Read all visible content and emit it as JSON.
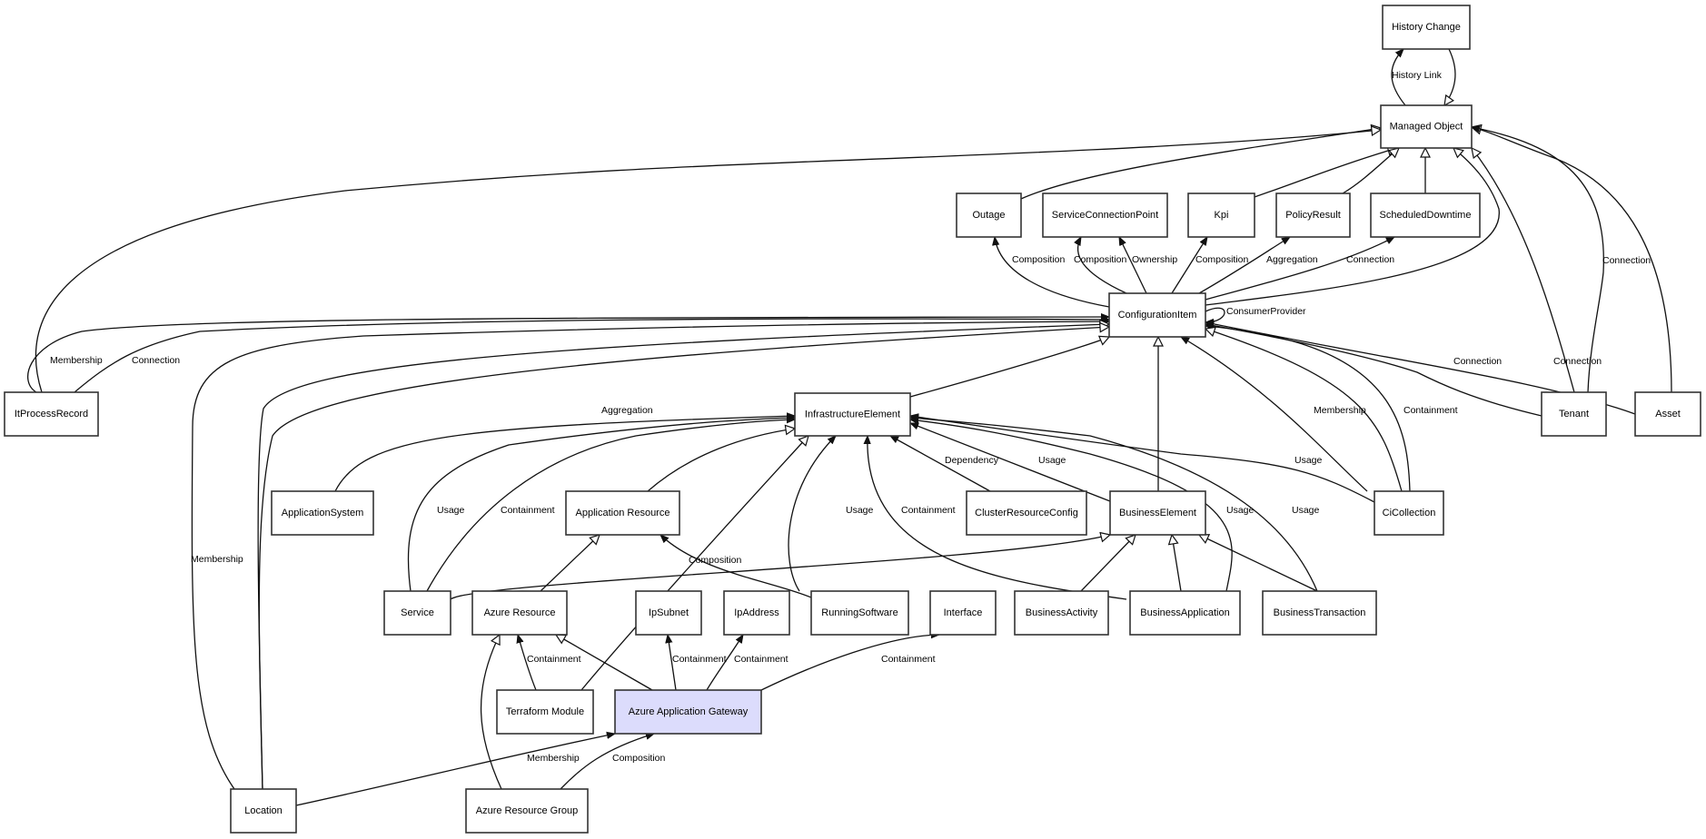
{
  "diagram": {
    "type": "class-relationship-graph",
    "highlight_color": "#dcdcfc",
    "nodes": [
      {
        "id": "history_change",
        "label": "History Change"
      },
      {
        "id": "managed_object",
        "label": "Managed Object"
      },
      {
        "id": "outage",
        "label": "Outage"
      },
      {
        "id": "service_connection_point",
        "label": "ServiceConnectionPoint"
      },
      {
        "id": "kpi",
        "label": "Kpi"
      },
      {
        "id": "policy_result",
        "label": "PolicyResult"
      },
      {
        "id": "scheduled_downtime",
        "label": "ScheduledDowntime"
      },
      {
        "id": "configuration_item",
        "label": "ConfigurationItem"
      },
      {
        "id": "it_process_record",
        "label": "ItProcessRecord"
      },
      {
        "id": "tenant",
        "label": "Tenant"
      },
      {
        "id": "asset",
        "label": "Asset"
      },
      {
        "id": "infrastructure_element",
        "label": "InfrastructureElement"
      },
      {
        "id": "application_system",
        "label": "ApplicationSystem"
      },
      {
        "id": "application_resource",
        "label": "Application Resource"
      },
      {
        "id": "cluster_resource_config",
        "label": "ClusterResourceConfig"
      },
      {
        "id": "business_element",
        "label": "BusinessElement"
      },
      {
        "id": "ci_collection",
        "label": "CiCollection"
      },
      {
        "id": "service",
        "label": "Service"
      },
      {
        "id": "azure_resource",
        "label": "Azure Resource"
      },
      {
        "id": "ip_subnet",
        "label": "IpSubnet"
      },
      {
        "id": "ip_address",
        "label": "IpAddress"
      },
      {
        "id": "running_software",
        "label": "RunningSoftware"
      },
      {
        "id": "interface",
        "label": "Interface"
      },
      {
        "id": "business_activity",
        "label": "BusinessActivity"
      },
      {
        "id": "business_application",
        "label": "BusinessApplication"
      },
      {
        "id": "business_transaction",
        "label": "BusinessTransaction"
      },
      {
        "id": "terraform_module",
        "label": "Terraform Module"
      },
      {
        "id": "azure_application_gateway",
        "label": "Azure Application Gateway",
        "highlighted": true
      },
      {
        "id": "location",
        "label": "Location"
      },
      {
        "id": "azure_resource_group",
        "label": "Azure Resource Group"
      }
    ],
    "edges": [
      {
        "from": "managed_object",
        "to": "history_change",
        "label": "History Link",
        "kind": "association"
      },
      {
        "from": "history_change",
        "to": "managed_object",
        "label": "",
        "kind": "inheritance"
      },
      {
        "from": "outage",
        "to": "managed_object",
        "label": "",
        "kind": "inheritance"
      },
      {
        "from": "it_process_record",
        "to": "managed_object",
        "label": "",
        "kind": "inheritance"
      },
      {
        "from": "kpi",
        "to": "managed_object",
        "label": "",
        "kind": "inheritance"
      },
      {
        "from": "policy_result",
        "to": "managed_object",
        "label": "",
        "kind": "inheritance"
      },
      {
        "from": "scheduled_downtime",
        "to": "managed_object",
        "label": "",
        "kind": "inheritance"
      },
      {
        "from": "configuration_item",
        "to": "managed_object",
        "label": "",
        "kind": "inheritance"
      },
      {
        "from": "tenant",
        "to": "managed_object",
        "label": "",
        "kind": "inheritance"
      },
      {
        "from": "asset",
        "to": "managed_object",
        "label": "",
        "kind": "inheritance"
      },
      {
        "from": "tenant",
        "to": "managed_object",
        "label": "Connection",
        "kind": "association"
      },
      {
        "from": "configuration_item",
        "to": "outage",
        "label": "Composition",
        "kind": "association"
      },
      {
        "from": "configuration_item",
        "to": "service_connection_point",
        "label": "Composition",
        "kind": "association"
      },
      {
        "from": "configuration_item",
        "to": "service_connection_point",
        "label": "Ownership",
        "kind": "association"
      },
      {
        "from": "configuration_item",
        "to": "kpi",
        "label": "Composition",
        "kind": "association"
      },
      {
        "from": "configuration_item",
        "to": "policy_result",
        "label": "Aggregation",
        "kind": "association"
      },
      {
        "from": "configuration_item",
        "to": "scheduled_downtime",
        "label": "Connection",
        "kind": "association"
      },
      {
        "from": "configuration_item",
        "to": "configuration_item",
        "label": "ConsumerProvider",
        "kind": "association"
      },
      {
        "from": "it_process_record",
        "to": "configuration_item",
        "label": "Membership",
        "kind": "association"
      },
      {
        "from": "it_process_record",
        "to": "configuration_item",
        "label": "Connection",
        "kind": "association"
      },
      {
        "from": "location",
        "to": "configuration_item",
        "label": "Membership",
        "kind": "association"
      },
      {
        "from": "application_system",
        "to": "configuration_item",
        "label": "",
        "kind": "inheritance"
      },
      {
        "from": "tenant",
        "to": "configuration_item",
        "label": "Connection",
        "kind": "association"
      },
      {
        "from": "asset",
        "to": "configuration_item",
        "label": "Connection",
        "kind": "association"
      },
      {
        "from": "ci_collection",
        "to": "configuration_item",
        "label": "Membership",
        "kind": "association"
      },
      {
        "from": "ci_collection",
        "to": "configuration_item",
        "label": "Containment",
        "kind": "association"
      },
      {
        "from": "ci_collection",
        "to": "configuration_item",
        "label": "",
        "kind": "inheritance"
      },
      {
        "from": "infrastructure_element",
        "to": "configuration_item",
        "label": "",
        "kind": "inheritance"
      },
      {
        "from": "business_element",
        "to": "configuration_item",
        "label": "",
        "kind": "inheritance"
      },
      {
        "from": "location",
        "to": "configuration_item",
        "label": "",
        "kind": "inheritance"
      },
      {
        "from": "application_system",
        "to": "infrastructure_element",
        "label": "Aggregation",
        "kind": "association"
      },
      {
        "from": "service",
        "to": "infrastructure_element",
        "label": "Usage",
        "kind": "association"
      },
      {
        "from": "service",
        "to": "infrastructure_element",
        "label": "Containment",
        "kind": "association"
      },
      {
        "from": "application_resource",
        "to": "infrastructure_element",
        "label": "",
        "kind": "inheritance"
      },
      {
        "from": "terraform_module",
        "to": "infrastructure_element",
        "label": "",
        "kind": "inheritance"
      },
      {
        "from": "running_software",
        "to": "infrastructure_element",
        "label": "Usage",
        "kind": "association"
      },
      {
        "from": "business_activity",
        "to": "infrastructure_element",
        "label": "Containment",
        "kind": "association"
      },
      {
        "from": "cluster_resource_config",
        "to": "infrastructure_element",
        "label": "Dependency",
        "kind": "association"
      },
      {
        "from": "business_element",
        "to": "infrastructure_element",
        "label": "Usage",
        "kind": "association"
      },
      {
        "from": "business_application",
        "to": "infrastructure_element",
        "label": "Usage",
        "kind": "association"
      },
      {
        "from": "business_transaction",
        "to": "infrastructure_element",
        "label": "Usage",
        "kind": "association"
      },
      {
        "from": "ci_collection",
        "to": "infrastructure_element",
        "label": "Usage",
        "kind": "association"
      },
      {
        "from": "azure_resource",
        "to": "application_resource",
        "label": "",
        "kind": "inheritance"
      },
      {
        "from": "running_software",
        "to": "application_resource",
        "label": "Composition",
        "kind": "association"
      },
      {
        "from": "service",
        "to": "business_element",
        "label": "",
        "kind": "inheritance"
      },
      {
        "from": "business_activity",
        "to": "business_element",
        "label": "",
        "kind": "inheritance"
      },
      {
        "from": "business_application",
        "to": "business_element",
        "label": "",
        "kind": "inheritance"
      },
      {
        "from": "business_transaction",
        "to": "business_element",
        "label": "",
        "kind": "inheritance"
      },
      {
        "from": "terraform_module",
        "to": "azure_resource",
        "label": "Containment",
        "kind": "association"
      },
      {
        "from": "azure_application_gateway",
        "to": "azure_resource",
        "label": "",
        "kind": "inheritance"
      },
      {
        "from": "azure_resource_group",
        "to": "azure_resource",
        "label": "",
        "kind": "inheritance"
      },
      {
        "from": "azure_application_gateway",
        "to": "ip_subnet",
        "label": "Containment",
        "kind": "association"
      },
      {
        "from": "azure_application_gateway",
        "to": "ip_address",
        "label": "Containment",
        "kind": "association"
      },
      {
        "from": "azure_application_gateway",
        "to": "interface",
        "label": "Containment",
        "kind": "association"
      },
      {
        "from": "location",
        "to": "azure_application_gateway",
        "label": "Membership",
        "kind": "association"
      },
      {
        "from": "azure_resource_group",
        "to": "azure_application_gateway",
        "label": "Composition",
        "kind": "association"
      }
    ]
  }
}
